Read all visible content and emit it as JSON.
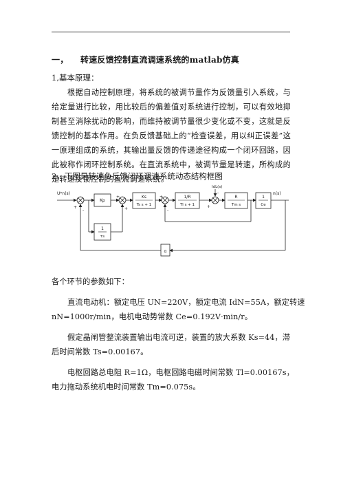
{
  "section": {
    "number": "一，",
    "title": "转速反馈控制直流调速系统的matlab仿真"
  },
  "principle": {
    "heading": "1,基本原理：",
    "paragraph": "根据自动控制原理，将系统的被调节量作为反馈量引入系统，与给定量进行比较，用比较后的偏差值对系统进行控制，可以有效地抑制甚至消除扰动的影响，而维持被调节量很少变化或不变，这就是反馈控制的基本作用。在负反馈基础上的“检查误差，用以纠正误差”这一原理组成的系统，其输出量反馈的传递途径构成一个闭环回路，因此被称作闭环控制系统。在直流系统中，被调节量是转速，所构成的是转速反馈控制的直流调速系统。"
  },
  "diagram_section": {
    "heading": "2，下图是转速负反馈闭环调速系统动态结构框图",
    "labels": {
      "input": "U*n(s)",
      "kp": "Kp",
      "integ_num": "1",
      "integ_den": "τs",
      "ks_num": "Ks",
      "ks_den": "Ts s + 1",
      "arm_num": "1/R",
      "arm_den": "Tl s + 1",
      "mech_num": "R",
      "mech_den": "Tm s",
      "ce_num": "1",
      "ce_den": "Ce",
      "load": "IdL(s)",
      "output": "n(s)",
      "alpha": "α",
      "plus": "+",
      "minus": "-"
    }
  },
  "params": {
    "intro": "各个环节的参数如下：",
    "motor_line1": "直流电动机：额定电压 UN=220V，额定电流 IdN=55A，额定转速",
    "motor_line2": "nN=1000r/min，电机电动势常数 Ce=0.192V·min/r。",
    "scr_line1": "假定晶闸管整流装置输出电流可逆，装置的放大系数 Ks=44，滞",
    "scr_line2": "后时间常数 Ts=0.00167。",
    "circuit_line1": "电枢回路总电阻 R=1Ω，电枢回路电磁时间常数 Tl=0.00167s，",
    "circuit_line2": "电力拖动系统机电时间常数 Tm=0.075s。"
  }
}
